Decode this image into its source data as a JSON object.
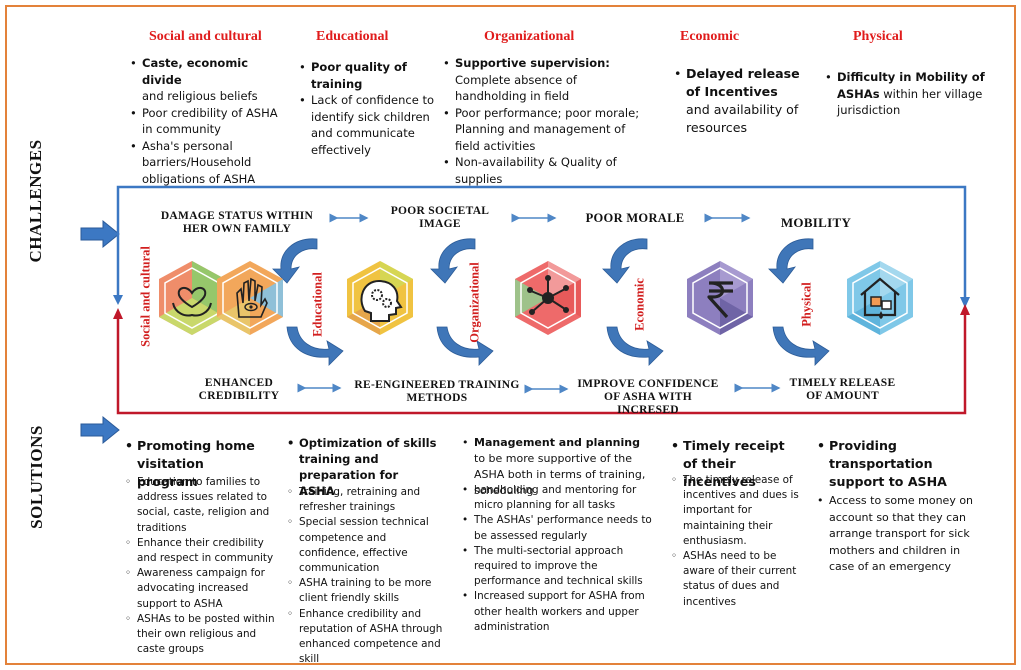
{
  "side_labels": {
    "challenges": "CHALLENGES",
    "solutions": "SOLUTIONS"
  },
  "categories": {
    "social": "Social and cultural",
    "educational": "Educational",
    "organizational": "Organizational",
    "economic": "Economic",
    "physical": "Physical"
  },
  "challenges": {
    "social": {
      "item1_bold": "Caste, economic divide",
      "item1_rest": "and religious beliefs",
      "item2": "Poor credibility of ASHA in community",
      "item3": "Asha's personal barriers/Household obligations of ASHA"
    },
    "educational": {
      "item1_bold": "Poor quality of training",
      "item2": "Lack of confidence to identify sick children and communicate effectively"
    },
    "organizational": {
      "item1_bold": "Supportive supervision:",
      "item1_rest": " Complete absence of handholding in field",
      "item2": "Poor performance; poor morale; Planning and management of field activities",
      "item3": "Non-availability & Quality of supplies"
    },
    "economic": {
      "item1_bold": "Delayed release of Incentives",
      "item1_rest": " and availability of resources"
    },
    "physical": {
      "item1_bold": "Difficulty in Mobility of ASHAs",
      "item1_rest": " within her village jurisdiction"
    }
  },
  "cycle": {
    "top_labels": {
      "damage": "DAMAGE STATUS WITHIN HER OWN FAMILY",
      "image": "POOR SOCIETAL IMAGE",
      "morale": "POOR MORALE",
      "mobility": "MOBILITY"
    },
    "bottom_labels": {
      "credibility": "ENHANCED CREDIBILITY",
      "training": "RE-ENGINEERED TRAINING METHODS",
      "confidence": "IMPROVE CONFIDENCE OF ASHA WITH INCRESED",
      "release": "TIMELY RELEASE OF AMOUNT"
    },
    "vertical_labels": {
      "social": "Social and cultural",
      "educational": "Educational",
      "organizational": "Organizational",
      "economic": "Economic",
      "physical": "Physical"
    },
    "icons": [
      "heart-hands-icon",
      "hamsa-eye-icon",
      "brain-gears-icon",
      "network-icon",
      "rupee-icon",
      "house-water-icon"
    ]
  },
  "solutions": {
    "social": {
      "lead": "Promoting home visitation program",
      "items": [
        "Education to families to address issues related to social, caste, religion and traditions",
        "Enhance their credibility and respect in community",
        "Awareness campaign for advocating increased support to ASHA",
        "ASHAs to be posted within their own religious and caste groups"
      ]
    },
    "educational": {
      "lead": "Optimization of skills training and preparation for ASHA",
      "items": [
        "Training, retraining and refresher trainings",
        "Special session technical competence and confidence, effective communication",
        "ASHA training to be more client friendly skills",
        "Enhance credibility and reputation of ASHA through enhanced competence and skill"
      ]
    },
    "organizational": {
      "lead_bold": "Management and planning",
      "lead_rest": " to be more supportive of the ASHA both in terms of training, scheduling",
      "items": [
        "handholding and mentoring for micro planning for all tasks",
        "The ASHAs' performance needs to be assessed regularly",
        "The multi-sectorial approach required to improve the performance and technical skills",
        "Increased support for ASHA from other health workers and upper administration"
      ]
    },
    "economic": {
      "lead": "Timely receipt of their incentives",
      "items": [
        "The timely release of incentives and dues is important for maintaining their enthusiasm.",
        "ASHAs need to be aware of their current status of dues and incentives"
      ]
    },
    "physical": {
      "lead": "Providing transportation support to ASHA",
      "items": [
        "Access to some money on account so that they can arrange transport for sick mothers and children in case of an emergency"
      ]
    }
  },
  "colors": {
    "category_red": "#e01c1c",
    "frame_orange": "#e3823a",
    "arrow_blue": "#3c78c3",
    "line_red": "#c0182a"
  }
}
